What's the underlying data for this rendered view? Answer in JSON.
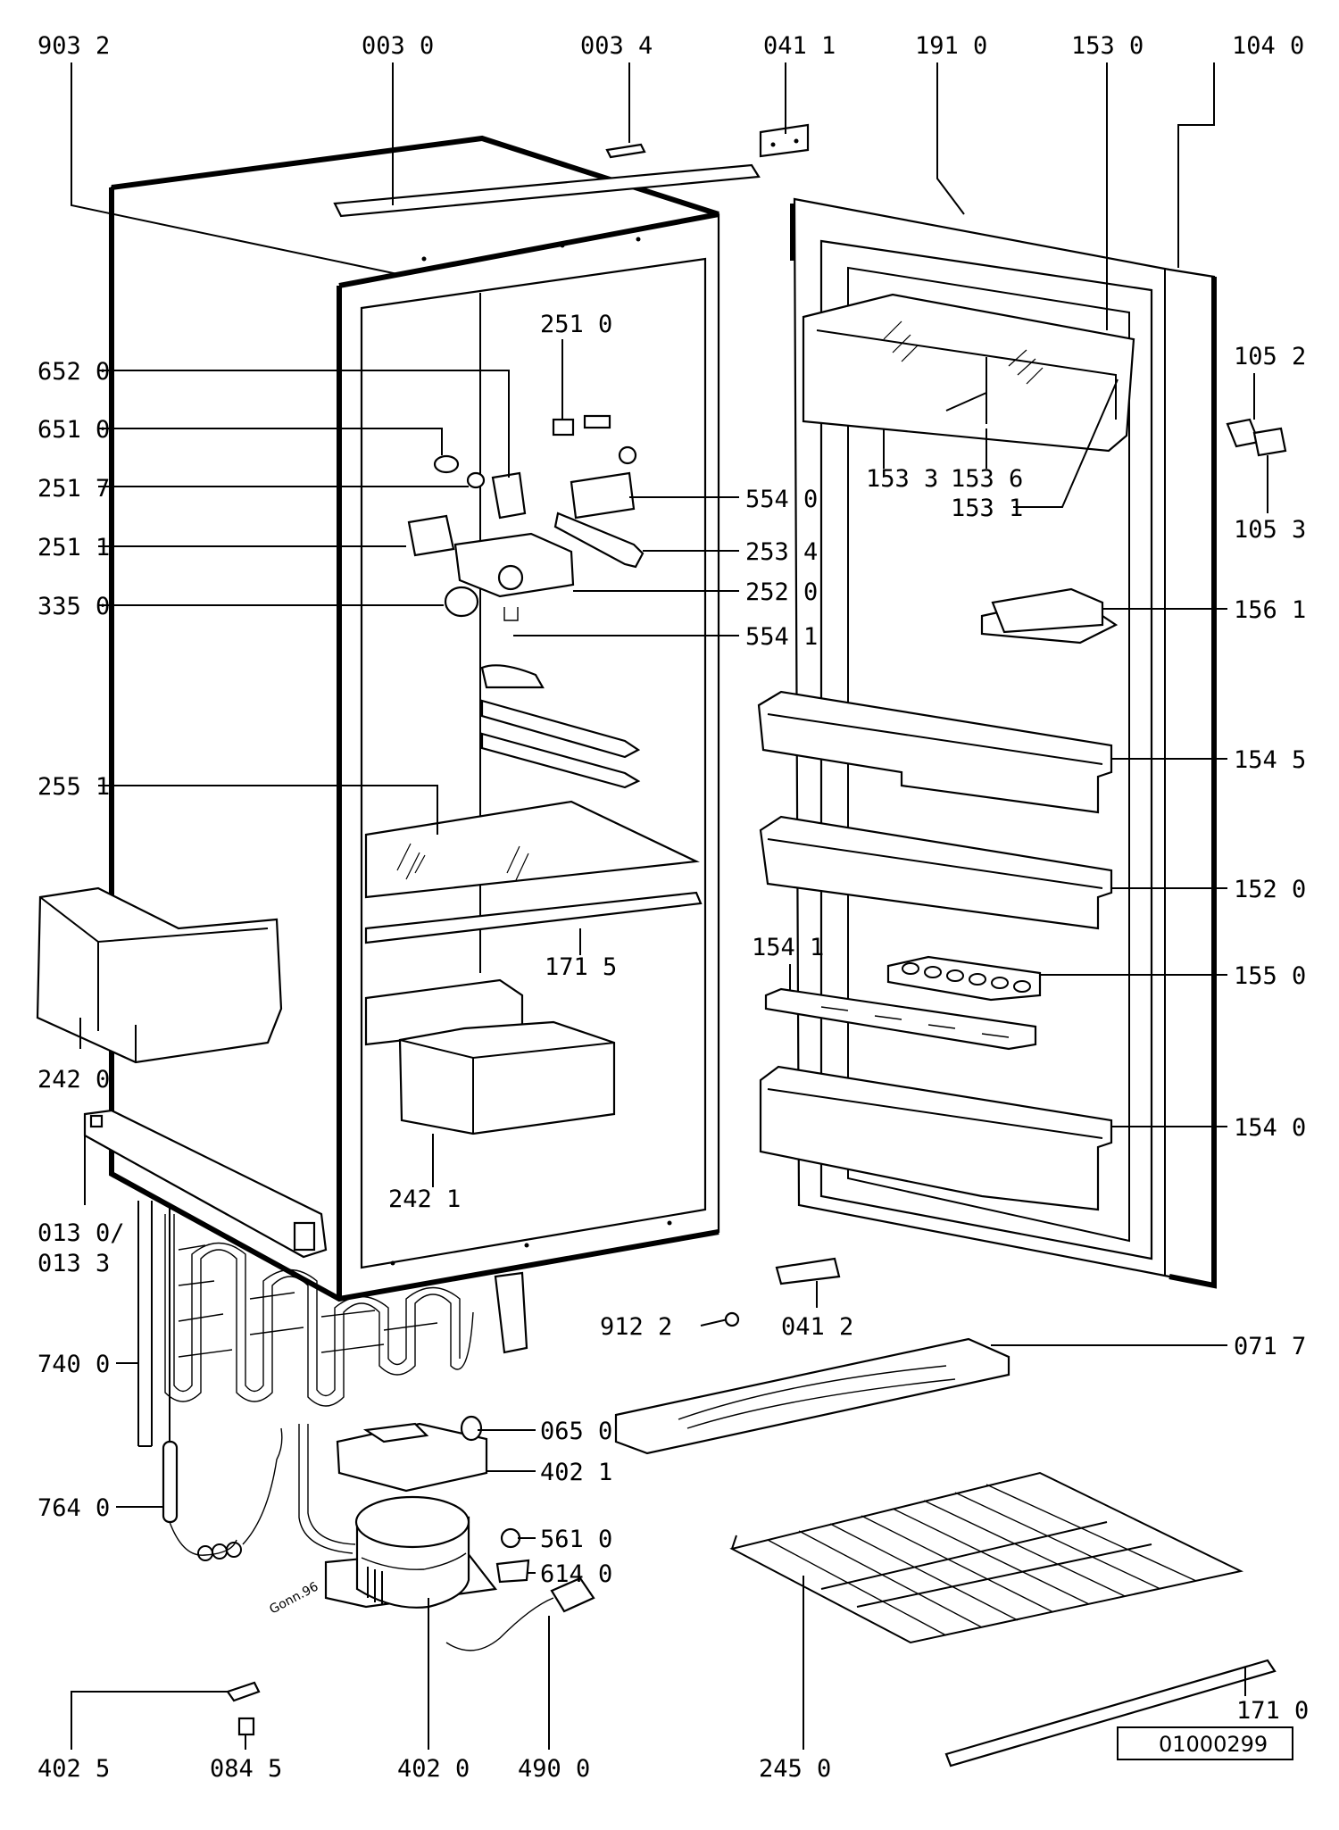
{
  "drawing_number": "01000299",
  "handwritten_note": "Gonn.96",
  "callouts": {
    "c9032": "903 2",
    "c0030": "003 0",
    "c0034": "003 4",
    "c0411": "041 1",
    "c1910": "191 0",
    "c1530": "153 0",
    "c1040": "104 0",
    "c2510": "251 0",
    "c6520": "652 0",
    "c6510": "651 0",
    "c2517": "251 7",
    "c2511": "251 1",
    "c3350": "335 0",
    "c5540": "554 0",
    "c2534": "253 4",
    "c2520": "252 0",
    "c5541": "554 1",
    "c1533": "153 3",
    "c1536": "153 6",
    "c1531": "153 1",
    "c1052": "105 2",
    "c1053": "105 3",
    "c1561": "156 1",
    "c2551": "255 1",
    "c1545": "154 5",
    "c1520": "152 0",
    "c1715": "171 5",
    "c1541": "154 1",
    "c1550": "155 0",
    "c2420": "242 0",
    "c1540": "154 0",
    "c2421": "242 1",
    "c0130a": "013 0/",
    "c0133": "013 3",
    "c9122": "912 2",
    "c0412": "041 2",
    "c7400": "740 0",
    "c0717": "071 7",
    "c0650": "065 0",
    "c4021": "402 1",
    "c7640": "764 0",
    "c5610": "561 0",
    "c6140": "614 0",
    "c1710": "171 0",
    "c4025": "402 5",
    "c0845": "084 5",
    "c4020": "402 0",
    "c4900": "490 0",
    "c2450": "245 0"
  }
}
